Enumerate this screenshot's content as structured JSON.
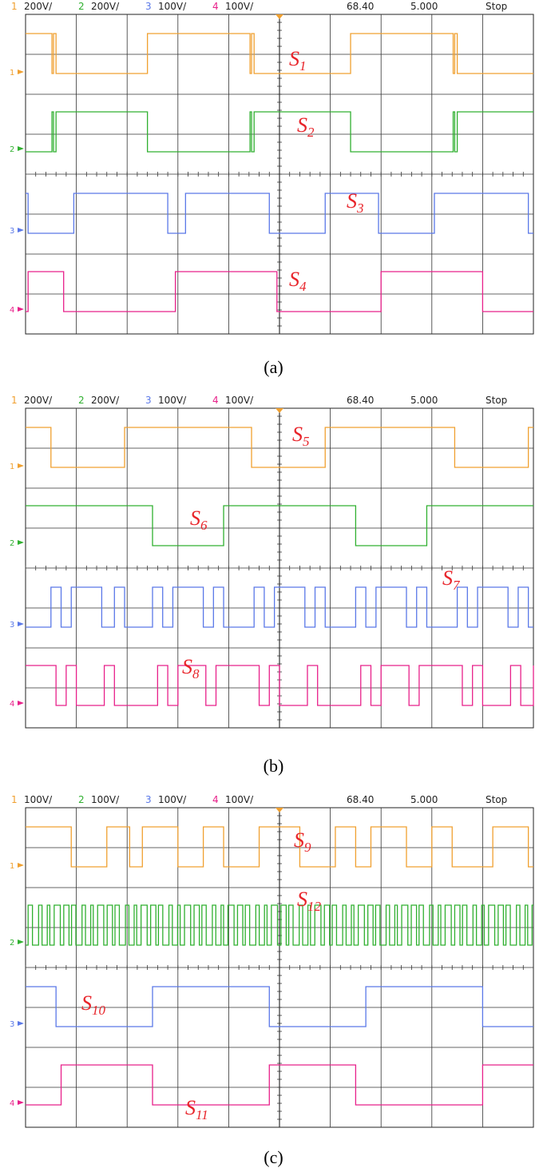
{
  "channel_colors": {
    "1": "#f0a030",
    "2": "#30b030",
    "3": "#5a78e8",
    "4": "#e8208a"
  },
  "panels": [
    {
      "id": "a",
      "caption": "(a)",
      "header": {
        "channels": [
          {
            "num": "1",
            "scale": "200V/"
          },
          {
            "num": "2",
            "scale": "200V/"
          },
          {
            "num": "3",
            "scale": "100V/"
          },
          {
            "num": "4",
            "scale": "100V/"
          }
        ],
        "trigger": "68.40",
        "timebase": "5.000",
        "status": "Stop"
      },
      "labels": [
        {
          "text": "S",
          "sub": "1"
        },
        {
          "text": "S",
          "sub": "2"
        },
        {
          "text": "S",
          "sub": "3"
        },
        {
          "text": "S",
          "sub": "4"
        }
      ]
    },
    {
      "id": "b",
      "caption": "(b)",
      "header": {
        "channels": [
          {
            "num": "1",
            "scale": "200V/"
          },
          {
            "num": "2",
            "scale": "200V/"
          },
          {
            "num": "3",
            "scale": "100V/"
          },
          {
            "num": "4",
            "scale": "100V/"
          }
        ],
        "trigger": "68.40",
        "timebase": "5.000",
        "status": "Stop"
      },
      "labels": [
        {
          "text": "S",
          "sub": "5"
        },
        {
          "text": "S",
          "sub": "6"
        },
        {
          "text": "S",
          "sub": "7"
        },
        {
          "text": "S",
          "sub": "8"
        }
      ]
    },
    {
      "id": "c",
      "caption": "(c)",
      "header": {
        "channels": [
          {
            "num": "1",
            "scale": "100V/"
          },
          {
            "num": "2",
            "scale": "100V/"
          },
          {
            "num": "3",
            "scale": "100V/"
          },
          {
            "num": "4",
            "scale": "100V/"
          }
        ],
        "trigger": "68.40",
        "timebase": "5.000",
        "status": "Stop"
      },
      "labels": [
        {
          "text": "S",
          "sub": "9"
        },
        {
          "text": "S",
          "sub": "12"
        },
        {
          "text": "S",
          "sub": "10"
        },
        {
          "text": "S",
          "sub": "11"
        }
      ]
    }
  ],
  "chart_data": {
    "type": "line",
    "x_divisions": 10,
    "x_range": [
      0,
      10
    ],
    "y_range": [
      0,
      1
    ],
    "series": [
      {
        "name": "S1",
        "panel": "a",
        "channel": "1",
        "x": [
          0,
          0.5,
          0.52,
          0.55,
          0.55,
          0.57,
          0.6,
          2.4,
          4.4,
          4.42,
          4.45,
          4.45,
          4.47,
          4.5,
          6.4,
          8.4,
          8.42,
          8.45,
          8.45,
          8.47,
          8.5,
          10
        ],
        "y": [
          1,
          1,
          0,
          0,
          1,
          1,
          0,
          1,
          1,
          0,
          0,
          1,
          1,
          0,
          1,
          1,
          0,
          0,
          1,
          1,
          0,
          0
        ]
      },
      {
        "name": "S2",
        "panel": "a",
        "channel": "2",
        "x": [
          0,
          0.5,
          0.52,
          0.55,
          0.55,
          0.57,
          0.6,
          2.4,
          4.4,
          4.42,
          4.45,
          4.45,
          4.47,
          4.5,
          6.4,
          8.4,
          8.42,
          8.45,
          8.45,
          8.47,
          8.5,
          10
        ],
        "y": [
          0,
          0,
          1,
          1,
          0,
          0,
          1,
          0,
          0,
          1,
          1,
          0,
          0,
          1,
          0,
          0,
          1,
          1,
          0,
          0,
          1,
          1
        ]
      },
      {
        "name": "S3",
        "panel": "a",
        "channel": "3",
        "x": [
          0,
          0.05,
          0.9,
          0.95,
          2.0,
          2.8,
          3.15,
          4.0,
          4.8,
          5.05,
          5.9,
          6.1,
          6.95,
          7.85,
          8.05,
          8.9,
          9.9,
          10
        ],
        "y": [
          1,
          0,
          0,
          1,
          1,
          0,
          1,
          1,
          0,
          0,
          1,
          1,
          0,
          0,
          1,
          1,
          0,
          0
        ]
      },
      {
        "name": "S4",
        "panel": "a",
        "channel": "4",
        "x": [
          0,
          0.05,
          0.75,
          2.1,
          2.95,
          4.05,
          4.95,
          6.1,
          7.0,
          8.05,
          9.0,
          10
        ],
        "y": [
          0,
          1,
          0,
          0,
          1,
          1,
          0,
          0,
          1,
          1,
          0,
          0
        ]
      },
      {
        "name": "S5",
        "panel": "b",
        "channel": "1",
        "x": [
          0,
          0.5,
          1.95,
          4.45,
          5.9,
          8.45,
          9.9,
          10
        ],
        "y": [
          1,
          0,
          1,
          0,
          1,
          0,
          1,
          1
        ]
      },
      {
        "name": "S6",
        "panel": "b",
        "channel": "2",
        "x": [
          0,
          2.5,
          3.9,
          6.5,
          7.9,
          10
        ],
        "y": [
          1,
          0,
          1,
          0,
          1,
          1
        ]
      },
      {
        "name": "S7",
        "panel": "b",
        "channel": "3",
        "x": [
          0,
          0.5,
          0.7,
          0.9,
          1.5,
          1.75,
          1.95,
          2.5,
          2.7,
          2.9,
          3.5,
          3.7,
          3.9,
          4.5,
          4.7,
          4.9,
          5.5,
          5.7,
          5.9,
          6.5,
          6.7,
          6.9,
          7.5,
          7.7,
          7.9,
          8.5,
          8.7,
          8.9,
          9.5,
          9.7,
          9.9,
          10
        ],
        "y": [
          0,
          1,
          0,
          1,
          0,
          1,
          0,
          1,
          0,
          1,
          0,
          1,
          0,
          1,
          0,
          1,
          0,
          1,
          0,
          1,
          0,
          1,
          0,
          1,
          0,
          1,
          0,
          1,
          0,
          1,
          0,
          0
        ]
      },
      {
        "name": "S8",
        "panel": "b",
        "channel": "4",
        "x": [
          0,
          0.6,
          0.8,
          1.0,
          1.55,
          1.75,
          2.6,
          2.8,
          3.0,
          3.55,
          3.75,
          4.6,
          4.8,
          5.0,
          5.55,
          5.75,
          6.6,
          6.8,
          7.0,
          7.55,
          7.75,
          8.6,
          8.8,
          9.0,
          9.55,
          9.75,
          10
        ],
        "y": [
          1,
          0,
          1,
          0,
          1,
          0,
          1,
          0,
          1,
          0,
          1,
          0,
          1,
          0,
          1,
          0,
          1,
          0,
          1,
          0,
          1,
          0,
          1,
          0,
          1,
          0,
          1
        ]
      },
      {
        "name": "S9",
        "panel": "c",
        "channel": "1",
        "x": [
          0,
          0.9,
          1.6,
          2.05,
          2.3,
          3.0,
          3.5,
          3.9,
          4.6,
          5.4,
          6.1,
          6.5,
          6.8,
          7.5,
          8.0,
          8.4,
          9.2,
          9.9,
          10
        ],
        "y": [
          1,
          0,
          1,
          0,
          1,
          0,
          1,
          0,
          1,
          0,
          1,
          0,
          1,
          0,
          1,
          0,
          1,
          0,
          0
        ]
      },
      {
        "name": "S12",
        "panel": "c",
        "channel": "2",
        "x": [
          0,
          10
        ],
        "y": [
          0.5,
          0.5
        ]
      },
      {
        "name": "S10",
        "panel": "c",
        "channel": "3",
        "x": [
          0,
          0.6,
          2.5,
          4.8,
          6.7,
          9.0,
          10
        ],
        "y": [
          1,
          0,
          1,
          0,
          1,
          0,
          0
        ]
      },
      {
        "name": "S11",
        "panel": "c",
        "channel": "4",
        "x": [
          0,
          0.7,
          2.5,
          4.8,
          6.5,
          9.0,
          10
        ],
        "y": [
          0,
          1,
          0,
          1,
          0,
          1,
          1
        ]
      }
    ]
  }
}
